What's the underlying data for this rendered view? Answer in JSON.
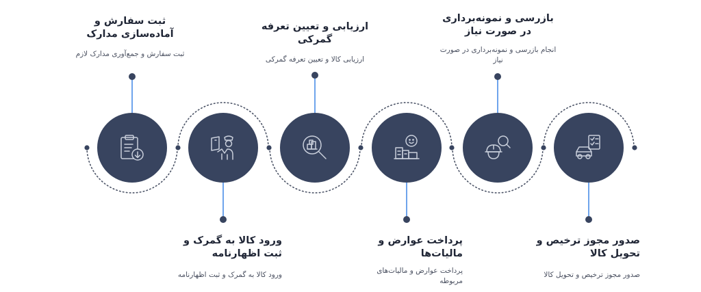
{
  "colors": {
    "node_fill": "#38445f",
    "connector_blue": "#4a8ee8",
    "dot": "#38445f",
    "title": "#1f2535",
    "desc": "#4a5060"
  },
  "steps": [
    {
      "title": "ثبت سفارش و آماده‌سازی مدارک",
      "desc": "ثبت سفارش و جمع‌آوری مدارک لازم",
      "icon": "clipboard-download-icon",
      "label_position": "top"
    },
    {
      "title": "ورود کالا به گمرک و ثبت اظهارنامه",
      "desc": "ورود کالا به گمرک و ثبت اظهارنامه",
      "icon": "customs-officer-icon",
      "label_position": "bottom"
    },
    {
      "title": "ارزیابی و تعیین تعرفه گمرکی",
      "desc": "ارزیابی کالا و تعیین تعرفه گمرکی",
      "icon": "magnifier-boxes-icon",
      "label_position": "top"
    },
    {
      "title": "پرداخت عوارض و مالیات‌ها",
      "desc": "پرداخت عوارض و مالیات‌های مربوطه",
      "icon": "smiley-buildings-icon",
      "label_position": "bottom"
    },
    {
      "title": "بازرسی و نمونه‌برداری در صورت نیاز",
      "desc": "انجام بازرسی و نمونه‌برداری در صورت نیاز",
      "icon": "inspector-magnifier-icon",
      "label_position": "top"
    },
    {
      "title": "صدور مجوز ترخیص و تحویل کالا",
      "desc": "صدور مجوز ترخیص و تحویل کالا",
      "icon": "car-checklist-icon",
      "label_position": "bottom"
    }
  ]
}
